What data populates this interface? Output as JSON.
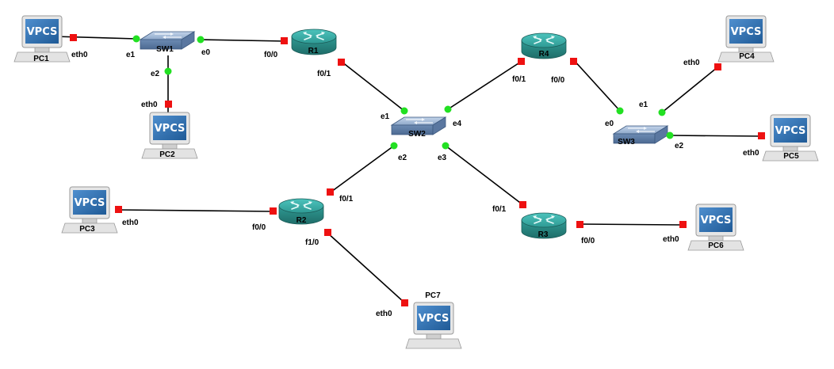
{
  "colors": {
    "link": "#000000",
    "port_up": "#22e022",
    "port_red": "#ee1111",
    "router_body": "#2c8f8a",
    "router_top": "#3fb0aa",
    "switch_body": "#6f8fb5",
    "switch_top": "#a6bdd9",
    "screen": "#2e6fb0"
  },
  "device_labels": {
    "PC1": "PC1",
    "PC2": "PC2",
    "PC3": "PC3",
    "PC4": "PC4",
    "PC5": "PC5",
    "PC6": "PC6",
    "PC7": "PC7",
    "SW1": "SW1",
    "SW2": "SW2",
    "SW3": "SW3",
    "R1": "R1",
    "R2": "R2",
    "R3": "R3",
    "R4": "R4"
  },
  "vpcs_screen_text": "VPCS",
  "links": [
    {
      "a": "PC1",
      "a_port": "eth0",
      "b": "SW1",
      "b_port": "e1"
    },
    {
      "a": "SW1",
      "a_port": "e0",
      "b": "R1",
      "b_port": "f0/0"
    },
    {
      "a": "SW1",
      "a_port": "e2",
      "b": "PC2",
      "b_port": "eth0"
    },
    {
      "a": "R1",
      "a_port": "f0/1",
      "b": "SW2",
      "b_port": "e1"
    },
    {
      "a": "SW2",
      "a_port": "e4",
      "b": "R4",
      "b_port": "f0/1"
    },
    {
      "a": "R4",
      "a_port": "f0/0",
      "b": "SW3",
      "b_port": "e0"
    },
    {
      "a": "SW3",
      "a_port": "e1",
      "b": "PC4",
      "b_port": "eth0"
    },
    {
      "a": "SW3",
      "a_port": "e2",
      "b": "PC5",
      "b_port": "eth0"
    },
    {
      "a": "SW2",
      "a_port": "e2",
      "b": "R2",
      "b_port": "f0/1"
    },
    {
      "a": "SW2",
      "a_port": "e3",
      "b": "R3",
      "b_port": "f0/1"
    },
    {
      "a": "PC3",
      "a_port": "eth0",
      "b": "R2",
      "b_port": "f0/0"
    },
    {
      "a": "R2",
      "a_port": "f1/0",
      "b": "PC7",
      "b_port": "eth0"
    },
    {
      "a": "R3",
      "a_port": "f0/0",
      "b": "PC6",
      "b_port": "eth0"
    }
  ],
  "port_labels": {
    "pc1_eth0": "eth0",
    "sw1_e1": "e1",
    "sw1_e0": "e0",
    "sw1_e2": "e2",
    "pc2_eth0": "eth0",
    "r1_f00": "f0/0",
    "r1_f01": "f0/1",
    "sw2_e1": "e1",
    "sw2_e4": "e4",
    "sw2_e2": "e2",
    "sw2_e3": "e3",
    "r4_f01": "f0/1",
    "r4_f00": "f0/0",
    "sw3_e0": "e0",
    "sw3_e1": "e1",
    "sw3_e2": "e2",
    "pc4_eth0": "eth0",
    "pc5_eth0": "eth0",
    "pc3_eth0": "eth0",
    "r2_f00": "f0/0",
    "r2_f01": "f0/1",
    "r2_f10": "f1/0",
    "pc7_eth0": "eth0",
    "r3_f01": "f0/1",
    "r3_f00": "f0/0",
    "pc6_eth0": "eth0"
  }
}
